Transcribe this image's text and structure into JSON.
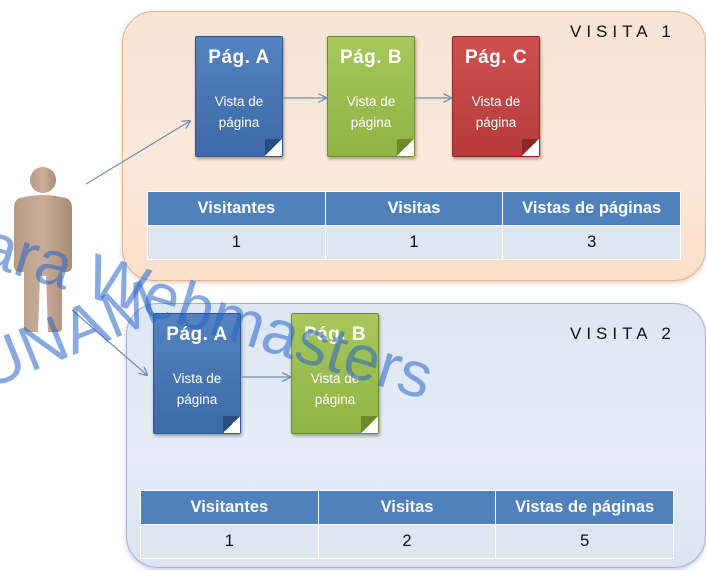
{
  "visits": [
    {
      "label": "VISITA 1",
      "pages": [
        {
          "title": "Pág.  A",
          "body": "Vista de página",
          "color": "#4f81bd"
        },
        {
          "title": "Pág.  B",
          "body": "Vista de página",
          "color": "#9bbb59"
        },
        {
          "title": "Pág.  C",
          "body": "Vista de página",
          "color": "#c0504d"
        }
      ],
      "table": {
        "headers": [
          "Visitantes",
          "Visitas",
          "Vistas de páginas"
        ],
        "values": [
          "1",
          "1",
          "3"
        ]
      }
    },
    {
      "label": "VISITA 2",
      "pages": [
        {
          "title": "Pág.  A",
          "body": "Vista de página",
          "color": "#4f81bd"
        },
        {
          "title": "Pág.  B",
          "body": "Vista de página",
          "color": "#9bbb59"
        }
      ],
      "table": {
        "headers": [
          "Visitantes",
          "Visitas",
          "Vistas de páginas"
        ],
        "values": [
          "1",
          "2",
          "5"
        ]
      }
    }
  ],
  "watermark": {
    "line1": "para Webmasters",
    "line2": "UNAM"
  },
  "icons": {
    "visitor": "person-icon"
  }
}
